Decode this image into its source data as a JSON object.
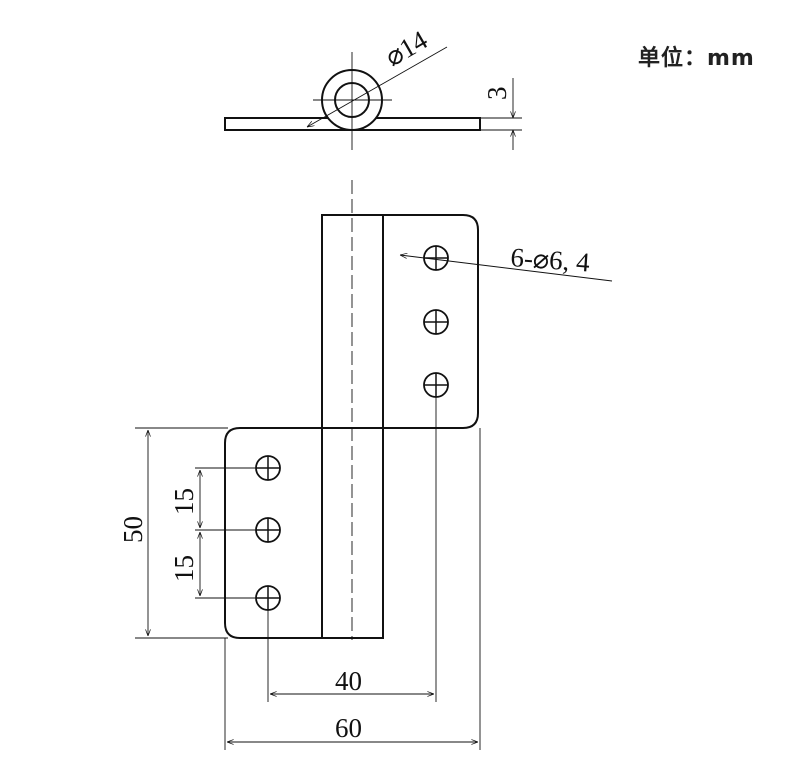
{
  "unit_label": "单位：mm",
  "dimensions": {
    "pin_diameter": "⌀14",
    "thickness": "3",
    "holes": "6-⌀6, 4",
    "height": "50",
    "hole_pitch_1": "15",
    "hole_pitch_2": "15",
    "hole_span": "40",
    "total_width": "60"
  }
}
